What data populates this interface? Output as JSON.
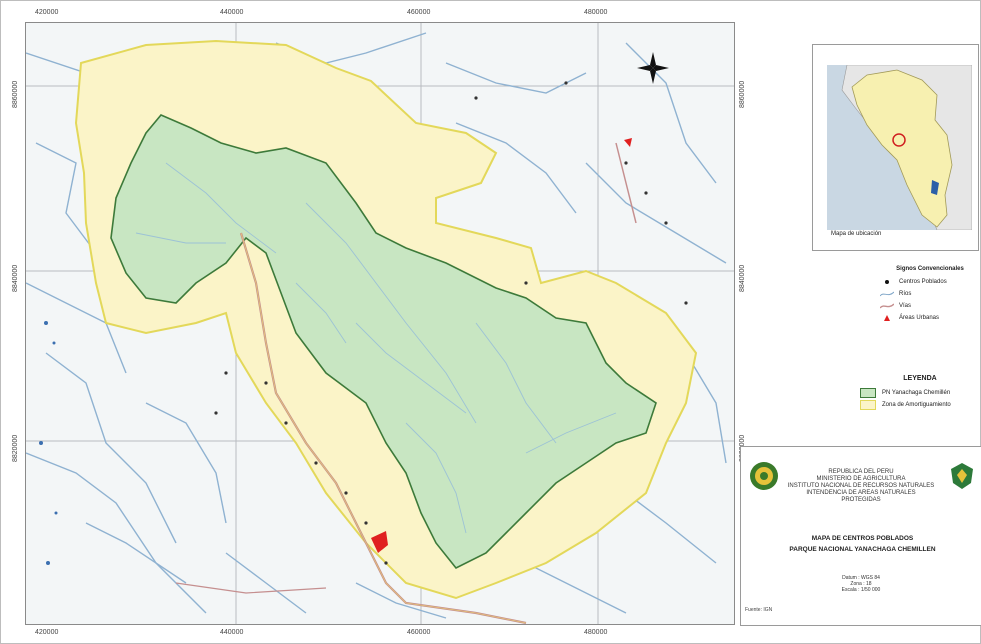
{
  "map": {
    "x_ticks": [
      "420000",
      "440000",
      "460000",
      "480000"
    ],
    "y_ticks": [
      "8860000",
      "8840000",
      "8820000"
    ],
    "colors": {
      "park": "#c8e6c2",
      "park_border": "#3d7a3a",
      "buffer": "#fbf4c8",
      "buffer_border": "#e3d85a",
      "river": "#7fa6c8",
      "road": "#c58f8f",
      "urban": "#e02020"
    }
  },
  "inset": {
    "label": "Mapa de ubicación"
  },
  "signs": {
    "title": "Signos Convencionales",
    "items": [
      {
        "label": "Centros Poblados",
        "icon": "dot-icon"
      },
      {
        "label": "Ríos",
        "icon": "river-icon"
      },
      {
        "label": "Vías",
        "icon": "road-icon"
      },
      {
        "label": "Áreas Urbanas",
        "icon": "urban-area-icon"
      }
    ]
  },
  "legend": {
    "title": "LEYENDA",
    "items": [
      {
        "label": "PN Yanachaga Chemillén",
        "color": "#c8e6c2",
        "border": "#3d7a3a"
      },
      {
        "label": "Zona de Amortiguamiento",
        "color": "#fbf4c8",
        "border": "#e3d85a"
      }
    ]
  },
  "title_block": {
    "institution": [
      "REPUBLICA DEL PERU",
      "MINISTERIO DE AGRICULTURA",
      "INSTITUTO NACIONAL DE RECURSOS NATURALES",
      "INTENDENCIA DE AREAS NATURALES",
      "PROTEGIDAS"
    ],
    "map_title": [
      "MAPA DE CENTROS POBLADOS",
      "PARQUE NACIONAL YANACHAGA CHEMILLEN"
    ],
    "scale": [
      "Datum : WGS 84",
      "Zona : 18",
      "Escala : 1/50 000"
    ],
    "source": "Fuente: IGN"
  }
}
